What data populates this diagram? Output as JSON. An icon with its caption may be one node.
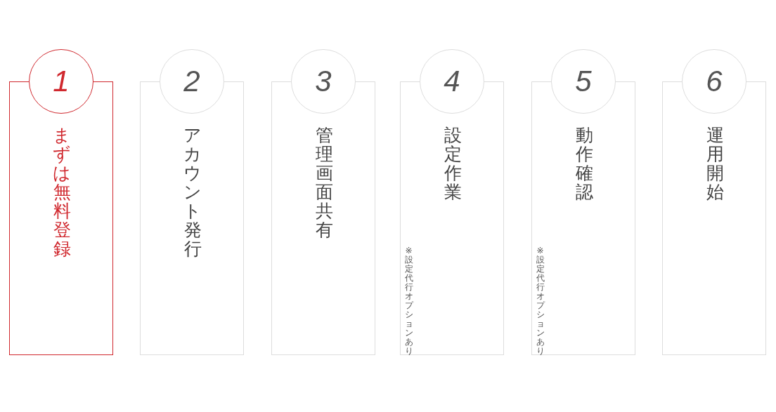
{
  "diagram": {
    "nodes": [
      {
        "text": [
          "1",
          "まずは無料登録"
        ]
      },
      {
        "text": [
          "2",
          "アカウント発行"
        ]
      },
      {
        "text": [
          "3",
          "管理画面共有"
        ]
      },
      {
        "text": [
          "4",
          "設定作業",
          "※設定代行オプションあり"
        ]
      },
      {
        "text": [
          "5",
          "動作確認",
          "※設定代行オプションあり"
        ]
      },
      {
        "text": [
          "6",
          "運用開始"
        ]
      }
    ]
  }
}
